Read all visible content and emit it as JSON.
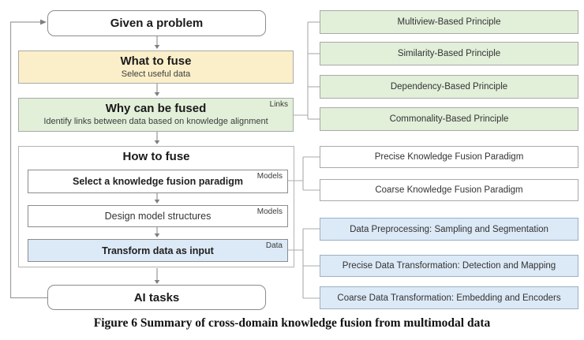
{
  "colors": {
    "yellow_bg": "#FBEFC9",
    "green_bg": "#E2EFD9",
    "blue_bg": "#DCE9F6",
    "white_bg": "#FFFFFF"
  },
  "flow": {
    "given_problem": "Given a problem",
    "what_to_fuse": {
      "title": "What to fuse",
      "subtitle": "Select useful data"
    },
    "why_can_be_fused": {
      "title": "Why can be fused",
      "subtitle": "Identify links between data based on knowledge alignment",
      "tag": "Links"
    },
    "how_to_fuse": {
      "title": "How to fuse",
      "steps": [
        {
          "label": "Select a knowledge fusion paradigm",
          "tag": "Models"
        },
        {
          "label": "Design model structures",
          "tag": "Models"
        },
        {
          "label": "Transform data as input",
          "tag": "Data"
        }
      ]
    },
    "ai_tasks": "AI tasks"
  },
  "right_column": {
    "principles": [
      "Multiview-Based Principle",
      "Similarity-Based Principle",
      "Dependency-Based Principle",
      "Commonality-Based Principle"
    ],
    "paradigms": [
      "Precise Knowledge Fusion Paradigm",
      "Coarse Knowledge Fusion Paradigm"
    ],
    "transformations": [
      "Data Preprocessing: Sampling and Segmentation",
      "Precise Data Transformation: Detection and Mapping",
      "Coarse Data Transformation: Embedding and Encoders"
    ]
  },
  "caption": "Figure 6 Summary of cross-domain knowledge fusion from multimodal data"
}
